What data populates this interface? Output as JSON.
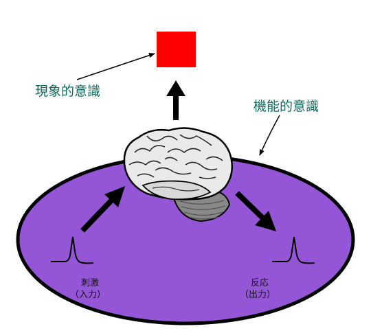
{
  "labels": {
    "phenomenal": "現象的意識",
    "functional": "機能的意識",
    "stimulus": "刺激",
    "stimulus_sub": "（入力）",
    "response": "反応",
    "response_sub": "（出力）"
  },
  "colors": {
    "ellipse_fill": "#9456d6",
    "square_fill": "#ff0000",
    "label_teal": "#0f6a5c",
    "arrow": "#000000"
  },
  "icons": {
    "brain": "brain-icon",
    "square": "qualia-square",
    "pulse": "spike-icon"
  }
}
